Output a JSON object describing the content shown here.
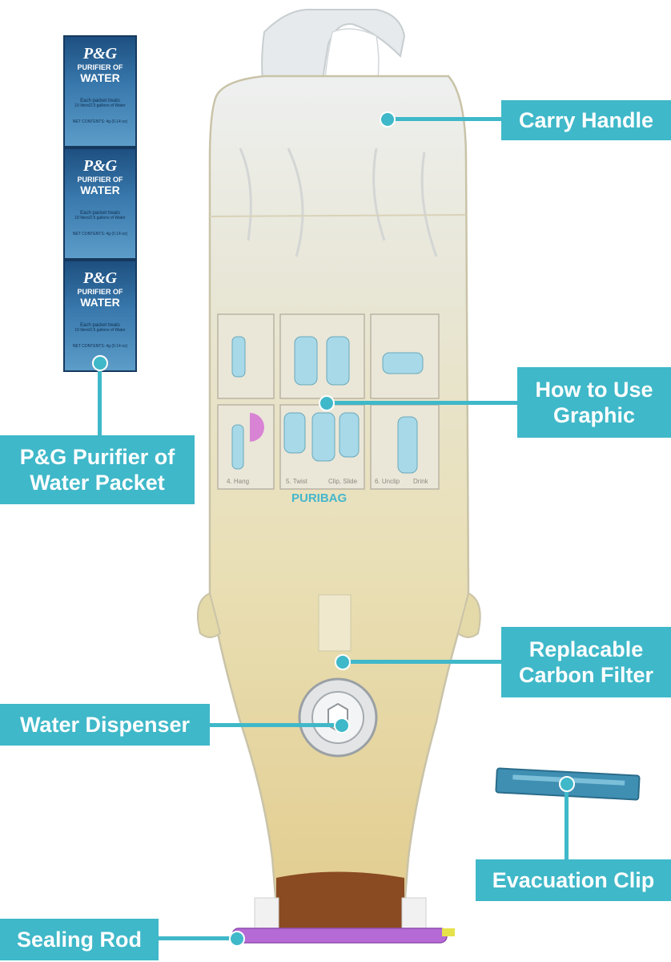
{
  "callouts": {
    "carry_handle": "Carry Handle",
    "how_to_use_line1": "How to Use",
    "how_to_use_line2": "Graphic",
    "packet_line1": "P&G Purifier of",
    "packet_line2": "Water Packet",
    "carbon_filter_line1": "Replacable",
    "carbon_filter_line2": "Carbon Filter",
    "water_dispenser": "Water Dispenser",
    "evacuation_clip": "Evacuation Clip",
    "sealing_rod": "Sealing Rod"
  },
  "packet": {
    "brand": "P&G",
    "line1": "PURIFIER OF",
    "line2": "WATER",
    "treats_1": "Each packet treats",
    "treats_2": "10 liters/2.5 gallons of Water",
    "contents": "NET CONTENTS: 4g (0.14 oz)"
  },
  "bag": {
    "brand": "PURIBAG",
    "step4": "4. Hang",
    "step5": "5. Twist",
    "step5b": "Clip, Slide",
    "step6": "6. Unclip",
    "step6b": "Drink"
  },
  "colors": {
    "accent": "#3fb8c9",
    "bag_liquid": "#e9e2bf",
    "sediment": "#8a4a22",
    "rod": "#b56ad6"
  }
}
